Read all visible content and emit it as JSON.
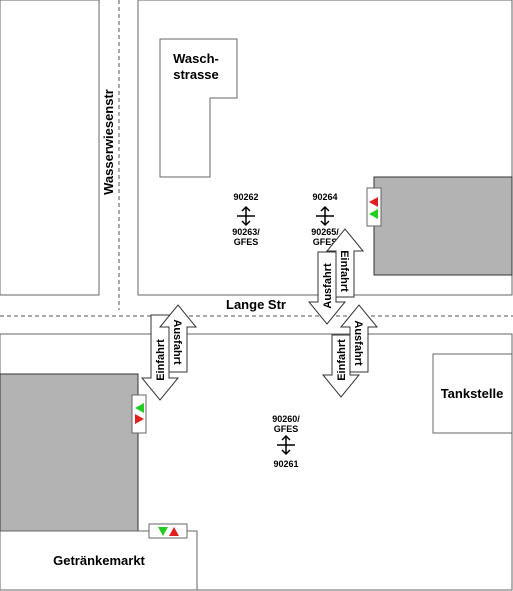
{
  "streets": {
    "vertical": "Wasserwiesenstr",
    "horizontal": "Lange Str"
  },
  "places": {
    "wash": {
      "line1": "Wasch-",
      "line2": "strasse"
    },
    "gas_station": "Tankstelle",
    "beverage_store": "Getränkemarkt"
  },
  "arrow_labels": {
    "entrance": "Einfahrt",
    "exit": "Ausfahrt"
  },
  "sensors": {
    "left_top": "90262",
    "left_bottom": {
      "line1": "90263/",
      "line2": "GFES"
    },
    "right_top": "90264",
    "right_bottom": {
      "line1": "90265/",
      "line2": "GFES"
    },
    "lower_top": {
      "line1": "90260/",
      "line2": "GFES"
    },
    "lower_bottom": "90261"
  },
  "colors": {
    "building_fill": "#b3b3b3",
    "signal_red": "#e02020",
    "signal_green": "#22cc22",
    "street_line": "#555555"
  },
  "icons": [
    "bidirectional-arrow-icon",
    "traffic-signal-icon"
  ]
}
